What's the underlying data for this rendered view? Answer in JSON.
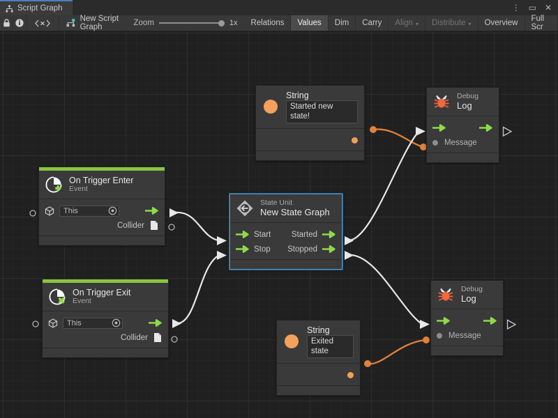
{
  "window": {
    "tab_label": "Script Graph",
    "tab_icon": "script-graph-icon",
    "controls": {
      "menu": "⋮",
      "maximize": "▭",
      "close": "✕"
    }
  },
  "toolbar": {
    "lock_icon": "lock-icon",
    "info_icon": "info-icon",
    "code_icon": "code-brackets-icon",
    "graph_name": "New Script Graph",
    "graph_icon": "graph-node-icon",
    "zoom_label": "Zoom",
    "zoom_value": "1x",
    "buttons": [
      {
        "label": "Relations",
        "state": "normal"
      },
      {
        "label": "Values",
        "state": "active"
      },
      {
        "label": "Dim",
        "state": "normal"
      },
      {
        "label": "Carry",
        "state": "normal"
      },
      {
        "label": "Align",
        "state": "disabled",
        "caret": "▾"
      },
      {
        "label": "Distribute",
        "state": "disabled",
        "caret": "▾"
      },
      {
        "label": "Overview",
        "state": "normal"
      },
      {
        "label": "Full Scr",
        "state": "normal"
      }
    ]
  },
  "graph": {
    "nodes": {
      "string_top": {
        "title": "String",
        "value": "Started new state!",
        "icon": "string-orange-circle-icon"
      },
      "string_bottom": {
        "title": "String",
        "value": "Exited state",
        "icon": "string-orange-circle-icon"
      },
      "debug_log_top": {
        "title_small": "Debug",
        "title_big": "Log",
        "icon": "bug-icon",
        "message_label": "Message"
      },
      "debug_log_bottom": {
        "title_small": "Debug",
        "title_big": "Log",
        "icon": "bug-icon",
        "message_label": "Message"
      },
      "on_trigger_enter": {
        "title": "On Trigger Enter",
        "subtitle": "Event",
        "icon": "event-plus-icon",
        "target_label": "This",
        "target_icon": "gameobject-cube-icon",
        "picker_icon": "target-picker-icon",
        "collider_label": "Collider",
        "collider_icon": "collider-document-icon"
      },
      "on_trigger_exit": {
        "title": "On Trigger Exit",
        "subtitle": "Event",
        "icon": "event-cross-icon",
        "target_label": "This",
        "target_icon": "gameobject-cube-icon",
        "picker_icon": "target-picker-icon",
        "collider_label": "Collider",
        "collider_icon": "collider-document-icon"
      },
      "state_unit": {
        "title_small": "State Unit",
        "title_big": "New  State  Graph",
        "icon": "state-unit-diamond-icon",
        "in_start": "Start",
        "in_stop": "Stop",
        "out_started": "Started",
        "out_stopped": "Stopped",
        "selected": true
      }
    }
  },
  "colors": {
    "accent_green": "#89c540",
    "flow_green": "#8ddb4a",
    "value_orange": "#e8883c",
    "string_orange": "#f3a15c",
    "selection_blue": "#4e90c4",
    "tab_active_blue": "#4a7fbd",
    "canvas_bg": "#202020",
    "node_bg": "#3a3a3a",
    "toolbar_bg": "#383838",
    "wire_white": "#e6e6e6"
  }
}
